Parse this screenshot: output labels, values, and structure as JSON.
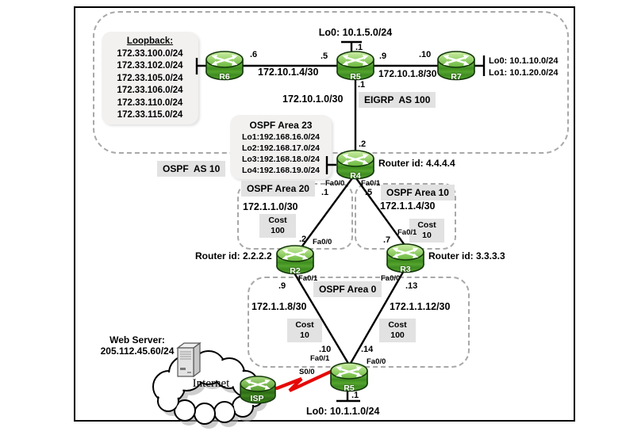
{
  "routers": {
    "r6": "R6",
    "r5_top": "R5",
    "r7": "R7",
    "r4": "R4",
    "r2": "R2",
    "r3": "R3",
    "r5_bottom": "R5",
    "isp": "ISP"
  },
  "loopback_box": {
    "title": "Loopback:",
    "lines": [
      "172.33.100.0/24",
      "172.33.102.0/24",
      "172.33.105.0/24",
      "172.33.106.0/24",
      "172.33.110.0/24",
      "172.33.115.0/24"
    ]
  },
  "area23_box": {
    "title": "OSPF Area 23",
    "lines": [
      "Lo1:192.168.16.0/24",
      "Lo2:192.168.17.0/24",
      "Lo3:192.168.18.0/24",
      "Lo4:192.168.19.0/24"
    ]
  },
  "labels": {
    "r5_lo0": "Lo0: 10.1.5.0/24",
    "r5_lo0_ip": ".1",
    "r6_ip": ".6",
    "r5_left_ip": ".5",
    "r5_right_ip": ".9",
    "r7_ip": ".10",
    "link_r6_r5": "172.10.1.4/30",
    "link_r5_r7": "172.10.1.8/30",
    "link_r5_r4": "172.10.1.0/30",
    "r5_down_ip": ".1",
    "r4_top_ip": ".2",
    "r7_lo0": "Lo0: 10.1.10.0/24",
    "r7_lo1": "Lo1: 10.1.20.0/24",
    "eigrp": "EIGRP  AS 100",
    "ospf_as10": "OSPF  AS 10",
    "r4_router_id": "Router id: 4.4.4.4",
    "r4_fa00": "Fa0/0",
    "r4_fa01": "Fa0/1",
    "r4_fa00_ip": ".1",
    "r4_fa01_ip": ".5",
    "area20_title": "OSPF Area 20",
    "area20_net": "172.1.1.0/30",
    "area20_cost_label": "Cost",
    "area20_cost": "100",
    "area10_title": "OSPF Area 10",
    "area10_net": "172.1.1.4/30",
    "area10_cost_label": "Cost",
    "area10_cost": "10",
    "r2_fa00_ip": ".2",
    "r2_fa00": "Fa0/0",
    "r2_router_id": "Router id: 2.2.2.2",
    "r2_fa01": "Fa0/1",
    "r2_fa01_ip": ".9",
    "r3_fa01": "Fa0/1",
    "r3_fa01_ip": ".7",
    "r3_router_id": "Router id: 3.3.3.3",
    "r3_fa00": "Fa0/0",
    "r3_fa00_ip": ".13",
    "area0_title": "OSPF Area 0",
    "area0_net_left": "172.1.1.8/30",
    "area0_net_right": "172.1.1.12/30",
    "area0_cost_left_label": "Cost",
    "area0_cost_left": "10",
    "area0_cost_right_label": "Cost",
    "area0_cost_right": "100",
    "r5b_fa01_ip": ".10",
    "r5b_fa01": "Fa0/1",
    "r5b_fa00_ip": ".14",
    "r5b_fa00": "Fa0/0",
    "r5b_s00": "S0/0",
    "r5b_lo_ip": ".1",
    "r5b_lo0": "Lo0: 10.1.1.0/24",
    "web_server_title": "Web Server:",
    "web_server_ip": "205.112.45.60/24",
    "internet": "Internet"
  }
}
